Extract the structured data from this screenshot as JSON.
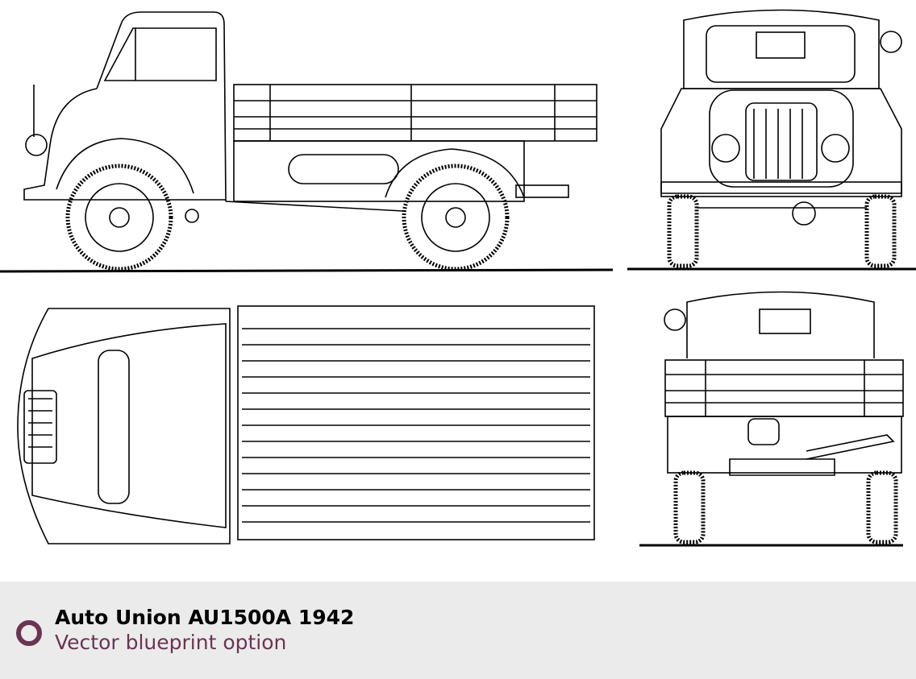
{
  "caption": {
    "title": "Auto Union AU1500A 1942",
    "subtitle": "Vector blueprint option",
    "accent_color": "#6b3452"
  },
  "drawing": {
    "views": [
      "side",
      "front",
      "top",
      "rear"
    ]
  }
}
